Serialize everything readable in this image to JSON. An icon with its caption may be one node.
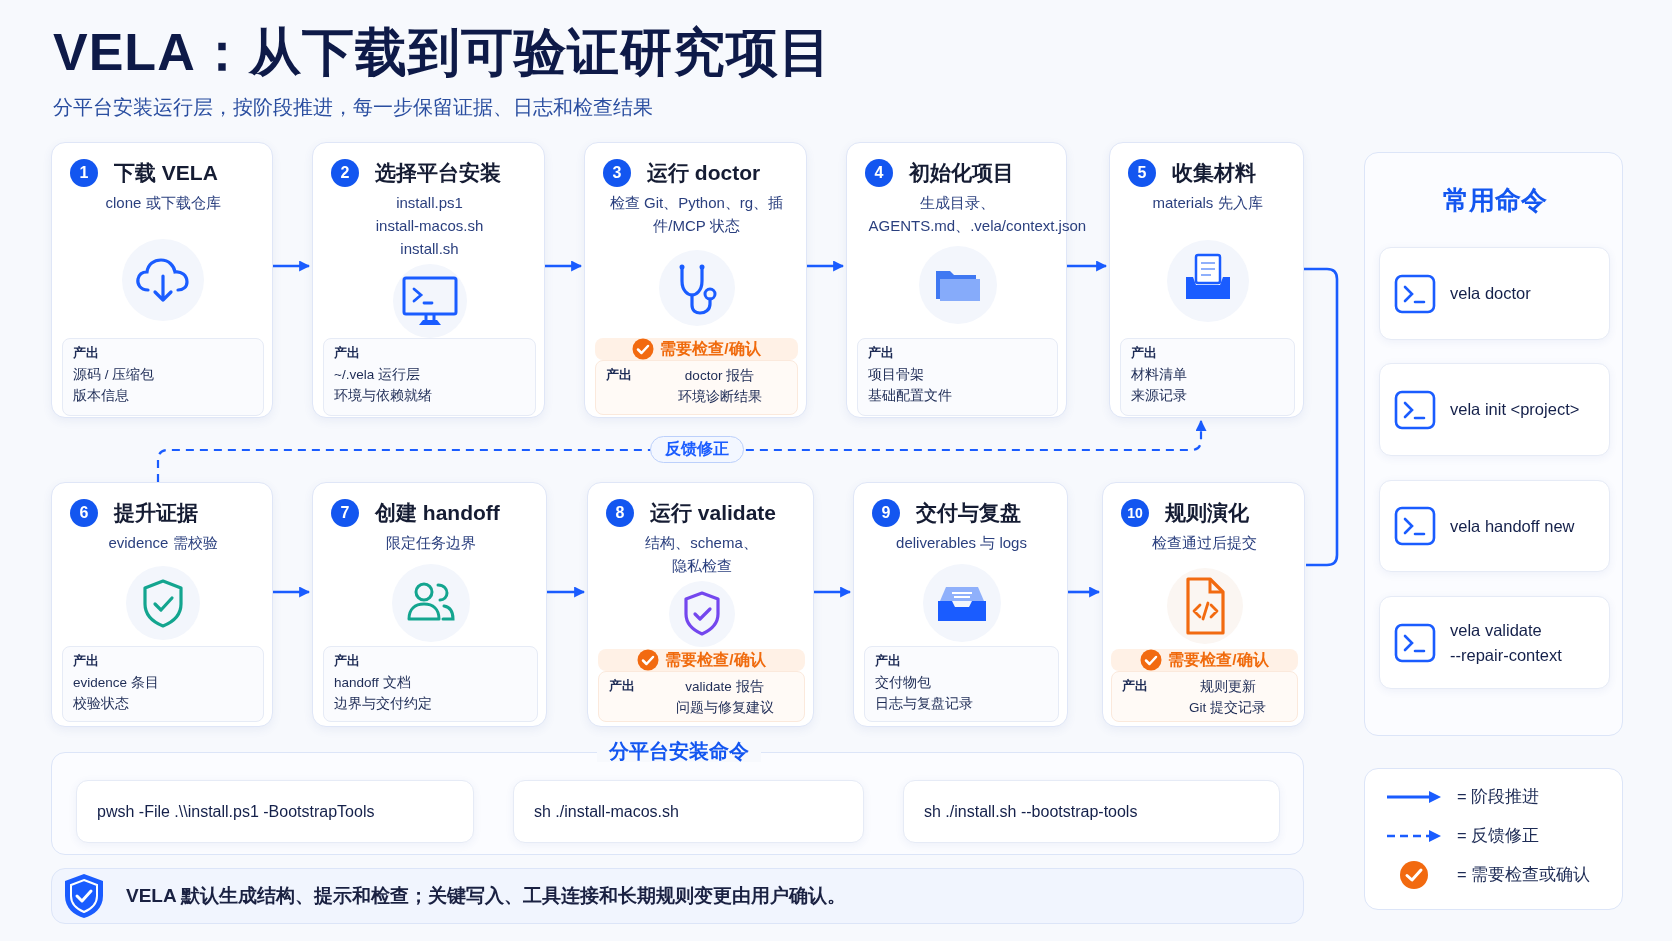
{
  "diagram": {
    "title": "VELA：从下载到可验证研究项目",
    "nodes": [
      {
        "text": [
          "1",
          "下载 VELA",
          "clone 或下载仓库"
        ]
      },
      {
        "text": [
          "产出",
          "源码 / 压缩包",
          "版本信息"
        ],
        "in": 0
      },
      {
        "text": [
          "2",
          "选择平台安装",
          "install.ps1",
          "install-macos.sh",
          "install.sh"
        ]
      },
      {
        "text": [
          "产出",
          "~/.vela 运行层",
          "环境与依赖就绪"
        ],
        "in": 2
      },
      {
        "text": [
          "3",
          "运行 doctor",
          "检查 Git、Python、rg、插件/MCP 状态"
        ]
      },
      {
        "text": [
          "需要检查/确认"
        ],
        "in": 4
      },
      {
        "text": [
          "产出",
          "doctor 报告",
          "环境诊断结果"
        ],
        "in": 4
      },
      {
        "text": [
          "4",
          "初始化项目",
          "生成目录、AGENTS.md、.vela/context.json"
        ]
      },
      {
        "text": [
          "产出",
          "项目骨架",
          "基础配置文件"
        ],
        "in": 7
      },
      {
        "text": [
          "5",
          "收集材料",
          "materials 先入库"
        ]
      },
      {
        "text": [
          "产出",
          "材料清单",
          "来源记录"
        ],
        "in": 9
      },
      {
        "text": [
          "常用命令"
        ]
      },
      {
        "text": [
          "vela doctor"
        ],
        "in": 11
      },
      {
        "text": [
          "vela init <project>"
        ],
        "in": 11
      },
      {
        "text": [
          "vela handoff new"
        ],
        "in": 11
      },
      {
        "text": [
          "vela validate --repair-context"
        ],
        "in": 11
      },
      {
        "text": [
          "6",
          "提升证据",
          "evidence 需校验"
        ]
      },
      {
        "text": [
          "产出",
          "evidence 条目",
          "校验状态"
        ],
        "in": 16
      },
      {
        "text": [
          "7",
          "创建 handoff",
          "限定任务边界"
        ]
      },
      {
        "text": [
          "产出",
          "handoff 文档",
          "边界与交付约定"
        ],
        "in": 18
      },
      {
        "text": [
          "8",
          "运行 validate",
          "结构、schema、隐私检查"
        ]
      },
      {
        "text": [
          "需要检查/确认"
        ],
        "in": 20
      },
      {
        "text": [
          "产出",
          "validate 报告",
          "问题与修复建议"
        ],
        "in": 20
      },
      {
        "text": [
          "9",
          "交付与复盘",
          "deliverables 与 logs"
        ]
      },
      {
        "text": [
          "产出",
          "交付物包",
          "日志与复盘记录"
        ],
        "in": 23
      },
      {
        "text": [
          "10",
          "规则演化",
          "检查通过后提交"
        ]
      },
      {
        "text": [
          "需要检查/确认"
        ],
        "in": 25
      },
      {
        "text": [
          "产出",
          "规则更新",
          "Git 提交记录"
        ],
        "in": 25
      },
      {
        "text": [
          "分平台安装命令"
        ]
      },
      {
        "text": [
          "pwsh -File .\\\\install.ps1 -BootstrapTools"
        ],
        "in": 28
      },
      {
        "text": [
          "sh ./install-macos.sh"
        ],
        "in": 28
      },
      {
        "text": [
          "sh ./install.sh --bootstrap-tools"
        ],
        "in": 28
      },
      {
        "text": [
          "VELA 默认生成结构、提示和检查；关键写入、工具连接和长期规则变更由用户确认。"
        ]
      }
    ],
    "edges": [
      {
        "from": 0,
        "to": 2,
        "arrow": "to"
      },
      {
        "from": 2,
        "to": 4,
        "arrow": "to"
      },
      {
        "from": 4,
        "to": 7,
        "arrow": "to"
      },
      {
        "from": 7,
        "to": 9,
        "arrow": "to"
      },
      {
        "from": 9,
        "to": 25,
        "arrow": "none"
      },
      {
        "from": 16,
        "to": 9,
        "arrow": "to",
        "style": "dashed",
        "label": "反馈修正"
      },
      {
        "from": 16,
        "to": 18,
        "arrow": "to"
      },
      {
        "from": 18,
        "to": 20,
        "arrow": "to"
      },
      {
        "from": 20,
        "to": 23,
        "arrow": "to"
      },
      {
        "from": 23,
        "to": 25,
        "arrow": "to"
      }
    ],
    "labels": [
      "分平台安装运行层，按阶段推进，每一步保留证据、日志和检查结果"
    ],
    "legend": [
      {
        "text": "= 阶段推进"
      },
      {
        "text": "= 反馈修正"
      },
      {
        "text": "= 需要检查或确认"
      }
    ]
  }
}
